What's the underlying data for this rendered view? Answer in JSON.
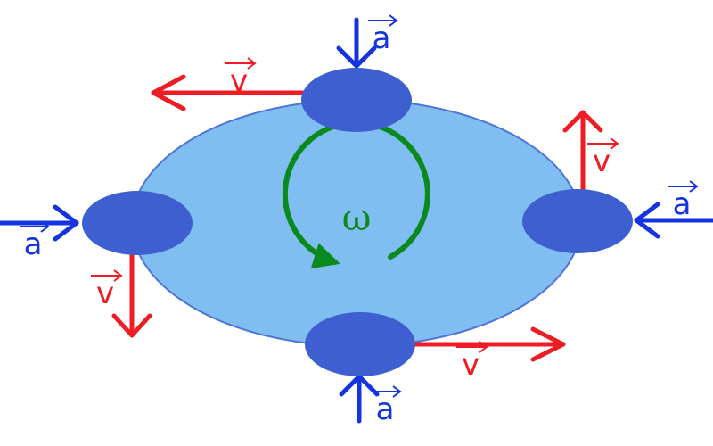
{
  "labels": {
    "velocity": "v",
    "acceleration": "a",
    "angular_velocity": "ω"
  },
  "colors": {
    "disk_fill": "#80bdf0",
    "disk_stroke": "#4d74d6",
    "mass_fill": "#3d5fd0",
    "velocity": "#ee1c25",
    "acceleration": "#1533e0",
    "omega": "#0a8a1e"
  }
}
